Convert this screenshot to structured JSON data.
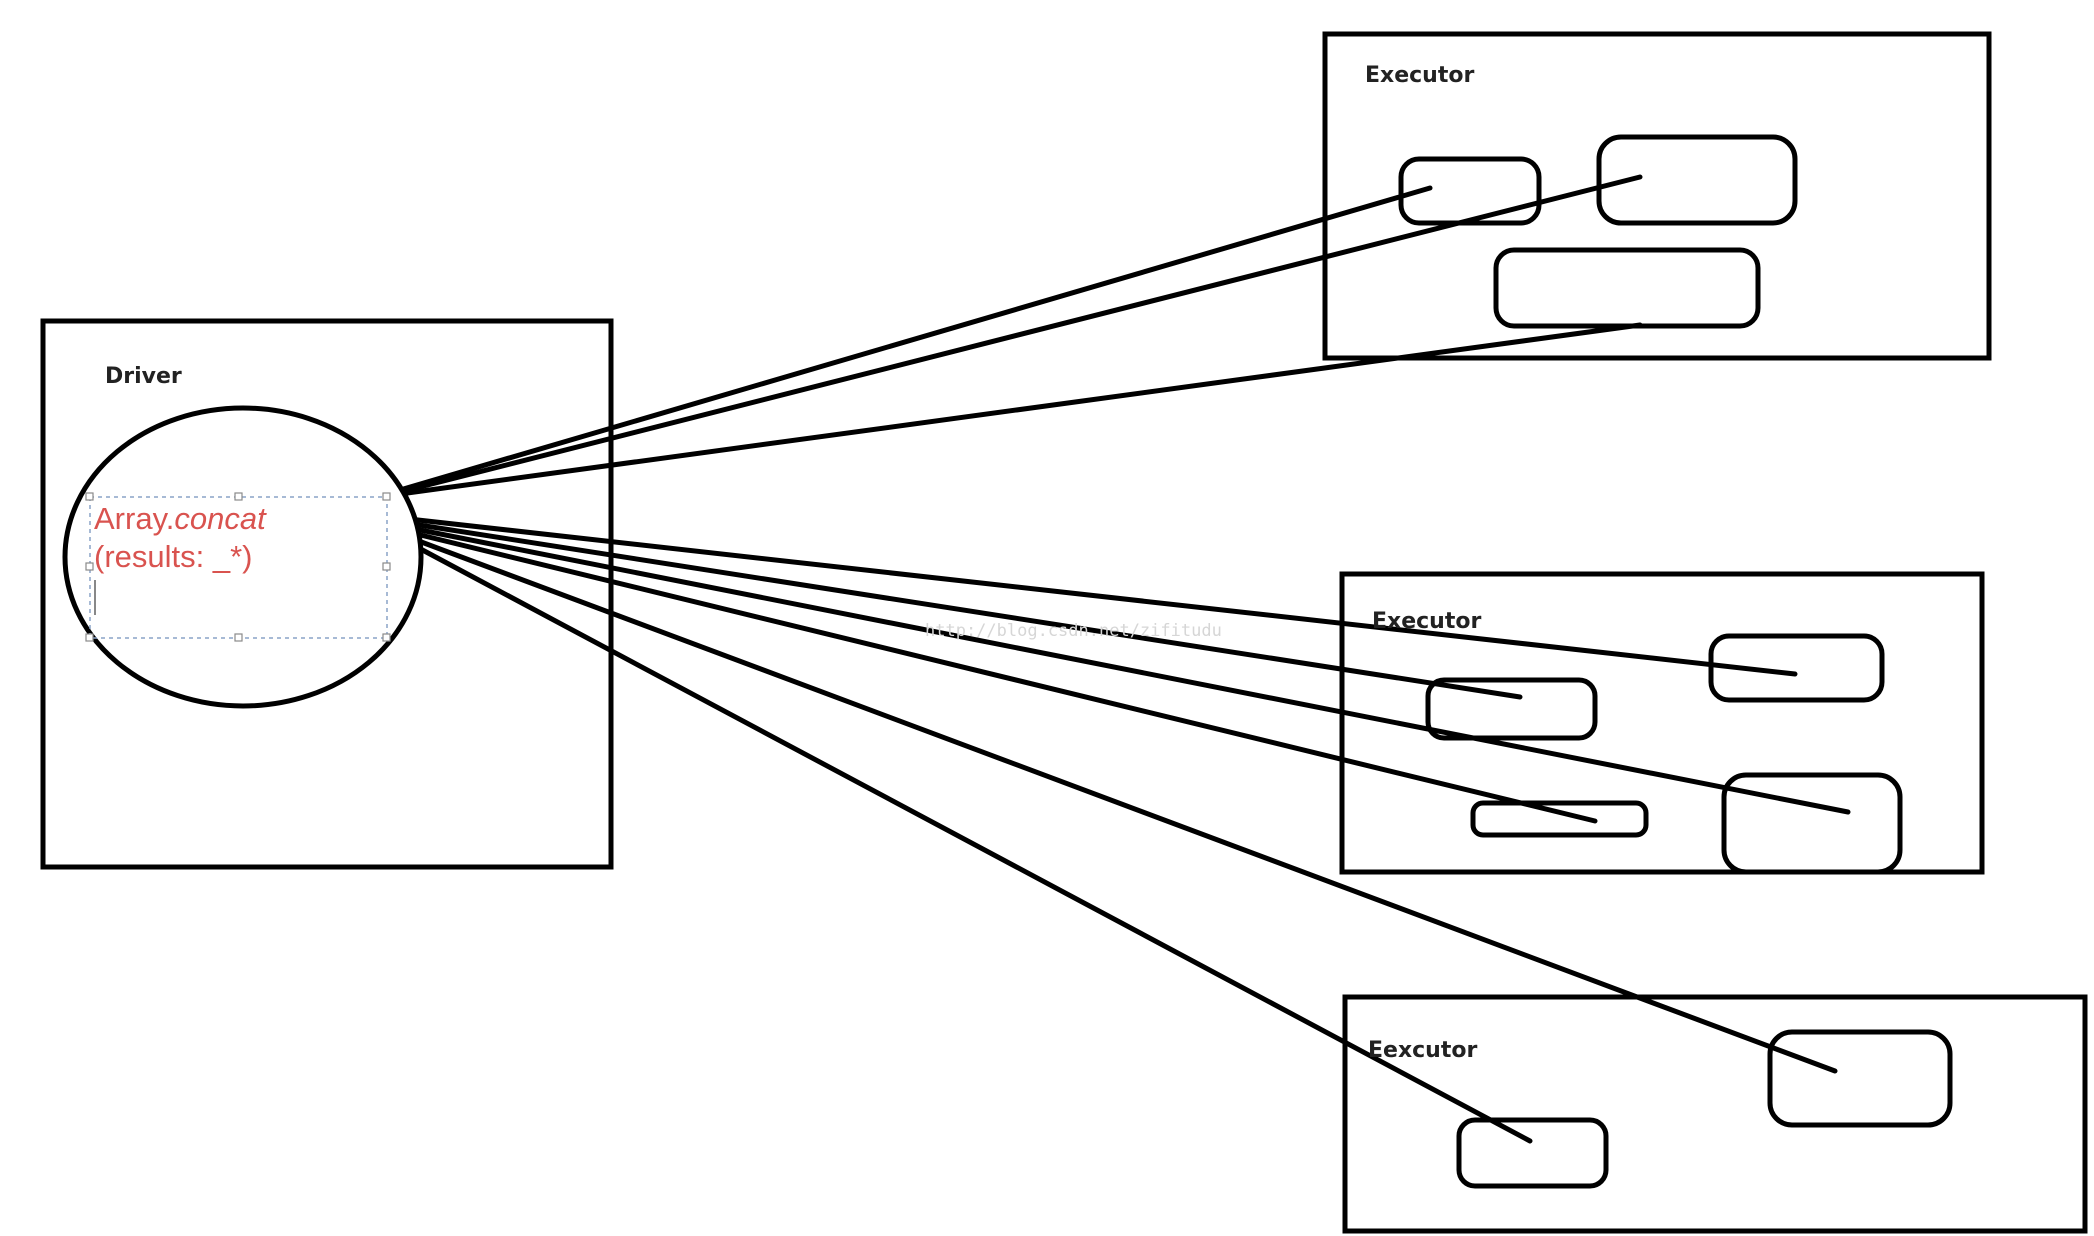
{
  "driver": {
    "label": "Driver",
    "code_line1_prefix": "Array.",
    "code_line1_method": "concat",
    "code_line2": "(results: _*)"
  },
  "executors": [
    {
      "label": "Executor",
      "partitions": 3
    },
    {
      "label": "Executor",
      "partitions": 4
    },
    {
      "label": "Eexcutor",
      "partitions": 2
    }
  ],
  "watermark": "http://blog.csdn.net/zifitudu",
  "colors": {
    "stroke": "#000000",
    "code_text": "#d9534f",
    "selection_border": "#8aa3c7",
    "watermark": "#d6d6d6"
  }
}
